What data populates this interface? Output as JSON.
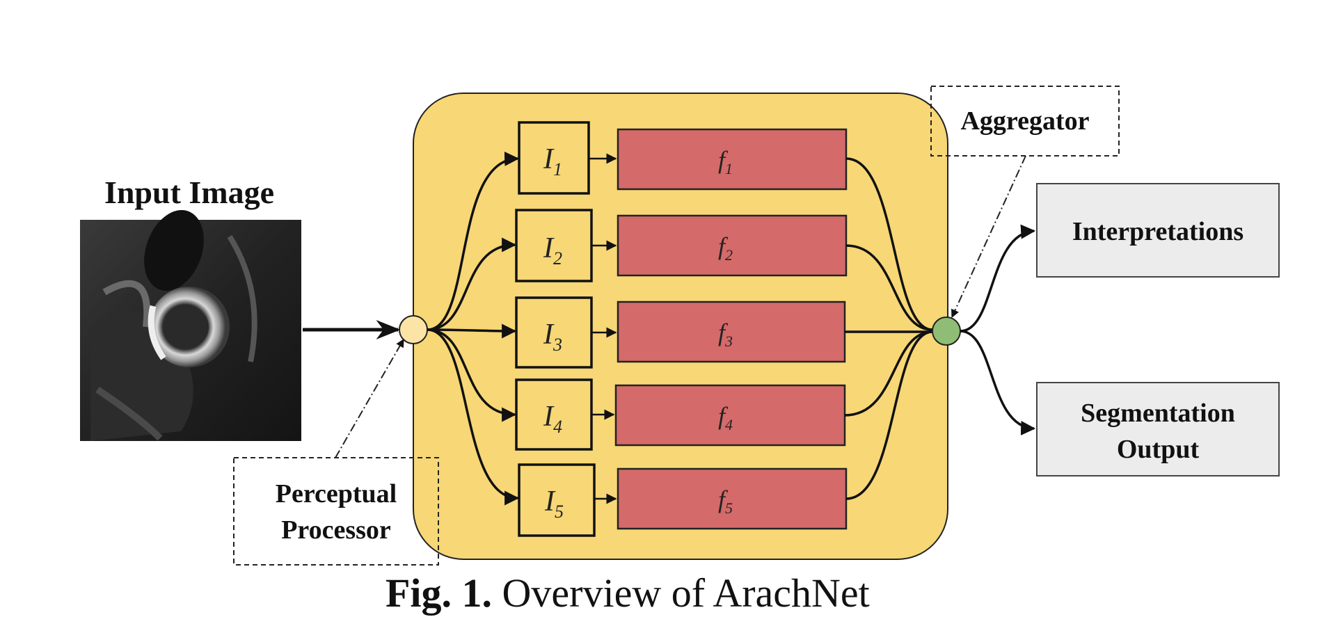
{
  "input": {
    "title": "Input Image"
  },
  "perceptual_processor": {
    "line1": "Perceptual",
    "line2": "Processor"
  },
  "aggregator": {
    "label": "Aggregator"
  },
  "branches": [
    {
      "interp": "I",
      "sub": "1",
      "model": "f",
      "msub": "1"
    },
    {
      "interp": "I",
      "sub": "2",
      "model": "f",
      "msub": "2"
    },
    {
      "interp": "I",
      "sub": "3",
      "model": "f",
      "msub": "3"
    },
    {
      "interp": "I",
      "sub": "4",
      "model": "f",
      "msub": "4"
    },
    {
      "interp": "I",
      "sub": "5",
      "model": "f",
      "msub": "5"
    }
  ],
  "outputs": {
    "interpretations": "Interpretations",
    "segmentation_line1": "Segmentation",
    "segmentation_line2": "Output"
  },
  "caption": {
    "prefix": "Fig. 1.",
    "text": " Overview of ArachNet"
  },
  "colors": {
    "panel": "#f7d776",
    "model_box": "#d46a6a",
    "input_node": "#fbe4a6",
    "output_node": "#8fbd75",
    "output_box": "#ececec"
  }
}
